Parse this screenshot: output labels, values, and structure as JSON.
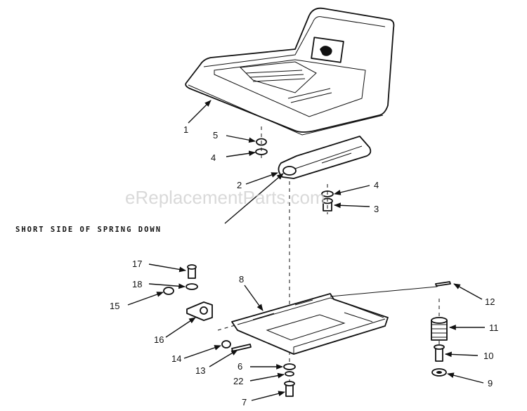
{
  "callouts": {
    "c1": "1",
    "c2": "2",
    "c3": "3",
    "c4a": "4",
    "c4b": "4",
    "c5": "5",
    "c6": "6",
    "c7": "7",
    "c8": "8",
    "c9": "9",
    "c10": "10",
    "c11": "11",
    "c12": "12",
    "c13": "13",
    "c14": "14",
    "c15": "15",
    "c16": "16",
    "c17": "17",
    "c18": "18",
    "c22": "22"
  },
  "note": "SHORT SIDE OF SPRING DOWN",
  "watermark": "eReplacementParts.com"
}
